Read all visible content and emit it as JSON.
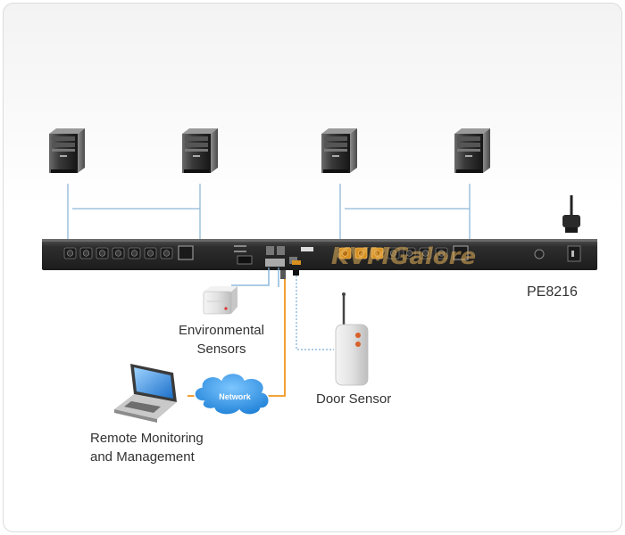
{
  "device": {
    "model": "PE8216",
    "watermark": "KVMGalore"
  },
  "labels": {
    "environmental_sensors": [
      "Environmental",
      "Sensors"
    ],
    "door_sensor": "Door Sensor",
    "network": "Network",
    "remote_monitoring": [
      "Remote Monitoring",
      "and Management"
    ]
  },
  "colors": {
    "pdu_body": "#2b2b2b",
    "outlet_orange": "#d8901f",
    "network_cloud": "#2b8fe0",
    "network_line": "#f0961e",
    "sensor_line": "#7aaed6"
  },
  "icons": {
    "server": "server-tower-icon",
    "laptop": "laptop-icon",
    "environment_sensor": "environment-sensor-icon",
    "door_sensor": "door-sensor-icon",
    "cloud": "cloud-icon",
    "power_plug": "power-plug-icon"
  }
}
